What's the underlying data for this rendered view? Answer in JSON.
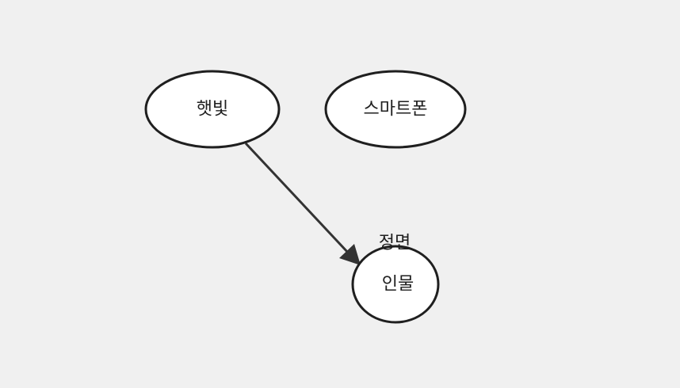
{
  "diagram": {
    "nodes": {
      "sunlight": {
        "label": "햇빛"
      },
      "smartphone": {
        "label": "스마트폰"
      },
      "person": {
        "label": "인물"
      }
    },
    "edges": {
      "sunlight_to_person": {
        "from": "햇빛",
        "to": "인물",
        "label": "정면"
      }
    }
  }
}
